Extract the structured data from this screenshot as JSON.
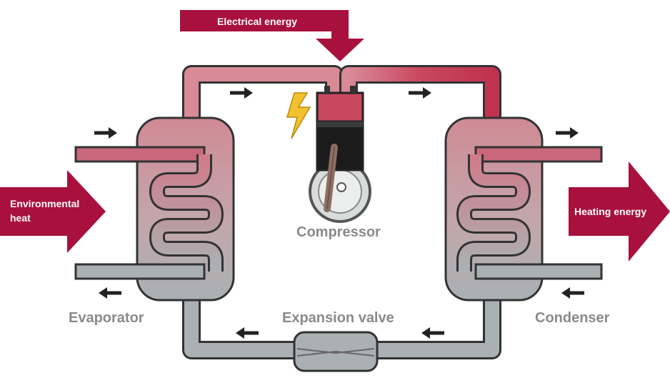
{
  "labels": {
    "electrical_energy": "Electrical energy",
    "environmental_heat_line1": "Environmental",
    "environmental_heat_line2": "heat",
    "heating_energy": "Heating energy",
    "compressor": "Compressor",
    "evaporator": "Evaporator",
    "condenser": "Condenser",
    "expansion_valve": "Expansion valve"
  },
  "colors": {
    "energy_arrow": "#a8103e",
    "hot_pipe": "#c8485f",
    "warm_pipe": "#d98a97",
    "cold_pipe": "#a9b1b3",
    "flow_arrow": "#222222",
    "label_grey": "#8a8a8a",
    "lightning": "#f2c12e",
    "piston_block": "#1b1b1b"
  },
  "icons": {
    "lightning": "lightning-bolt-icon",
    "flow": "arrow-icon"
  }
}
